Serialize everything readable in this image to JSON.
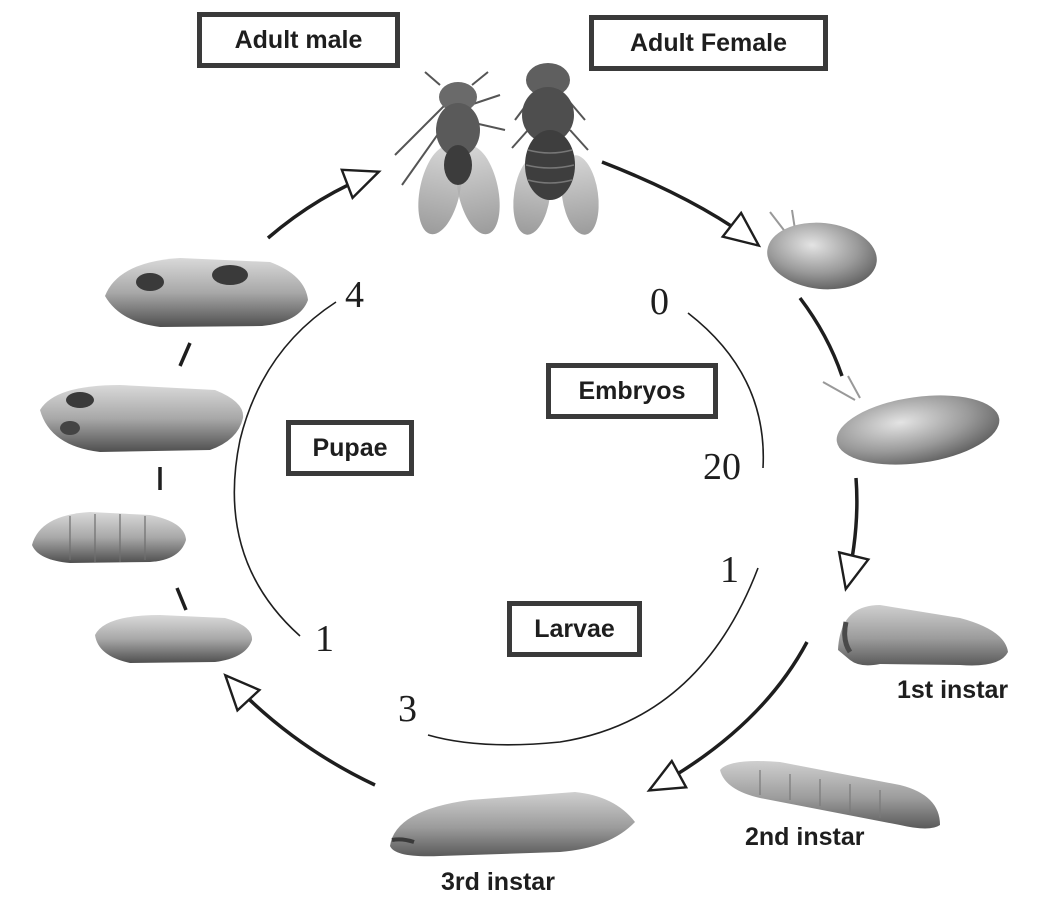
{
  "labels": {
    "adult_male": "Adult male",
    "adult_female": "Adult Female",
    "embryos": "Embryos",
    "pupae": "Pupae",
    "larvae": "Larvae"
  },
  "captions": {
    "instar_1": "1st instar",
    "instar_2": "2nd instar",
    "instar_3": "3rd instar"
  },
  "day_numbers": {
    "embryo_start": "0",
    "embryo_end": "20",
    "larva_start": "1",
    "larva_end": "3",
    "pupa_start": "1",
    "pupa_end": "4"
  },
  "colors": {
    "box_border": "#3a3a3a",
    "arrow": "#1e1e1e",
    "text": "#1e1e1e"
  }
}
